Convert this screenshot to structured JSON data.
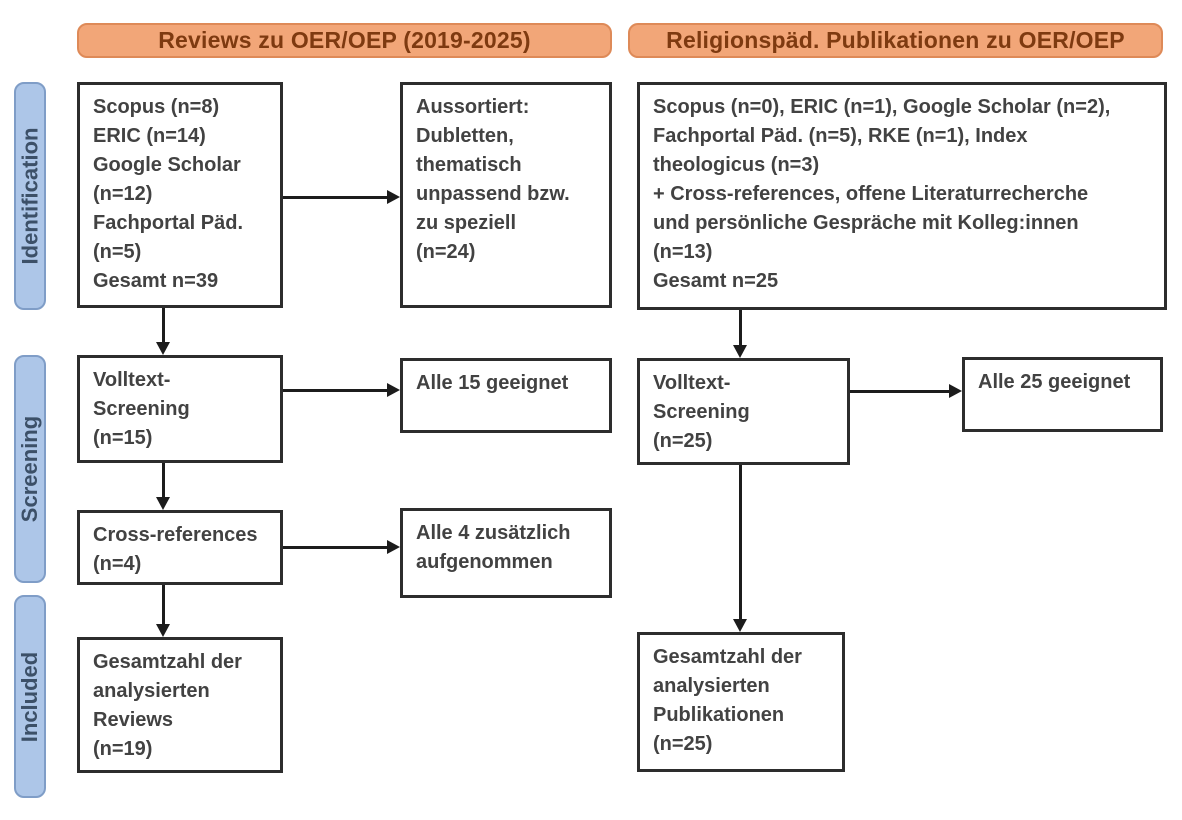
{
  "diagram": {
    "headers": {
      "left": "Reviews zu OER/OEP (2019-2025)",
      "right": "Religionspäd. Publikationen zu OER/OEP"
    },
    "stages": {
      "identification": "Identification",
      "screening": "Screening",
      "included": "Included"
    },
    "left_column": {
      "sources": "Scopus (n=8)\nERIC (n=14)\nGoogle Scholar\n(n=12)\nFachportal Päd.\n(n=5)\nGesamt n=39",
      "excluded": "Aussortiert:\nDubletten,\nthematisch\nunpassend bzw.\nzu speziell\n(n=24)",
      "fulltext_screening": "Volltext-\nScreening\n(n=15)",
      "fulltext_result": "Alle 15 geeignet",
      "cross_references": "Cross-references\n(n=4)",
      "cross_references_result": "Alle 4 zusätzlich\naufgenommen",
      "included_total": "Gesamtzahl der\nanalysierten\nReviews\n(n=19)"
    },
    "right_column": {
      "sources": "Scopus (n=0), ERIC (n=1), Google Scholar (n=2),\nFachportal Päd. (n=5), RKE (n=1), Index\ntheologicus (n=3)\n+ Cross-references, offene Literaturrecherche\nund persönliche Gespräche mit Kolleg:innen\n(n=13)\nGesamt n=25",
      "fulltext_screening": "Volltext-\nScreening\n(n=25)",
      "fulltext_result": "Alle 25 geeignet",
      "included_total": "Gesamtzahl der\nanalysierten\nPublikationen\n(n=25)"
    },
    "colors": {
      "header_fill": "#F2A678",
      "header_border": "#DE8A58",
      "header_text": "#7E3A10",
      "stage_fill": "#ADC6E8",
      "stage_border": "#7F9DC7",
      "stage_text": "#3C5068",
      "box_border": "#2D2D2D",
      "box_text": "#424242",
      "arrow": "#1C1C1C"
    }
  }
}
